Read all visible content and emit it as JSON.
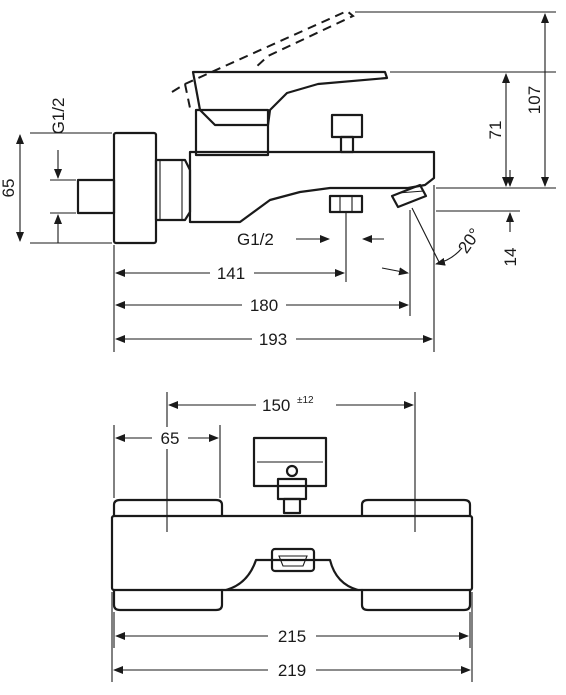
{
  "side_view": {
    "thread_inlet": "G1/2",
    "height_connection": "65",
    "thread_outlet": "G1/2",
    "depth_141": "141",
    "depth_180": "180",
    "depth_193": "193",
    "height_71": "71",
    "height_107": "107",
    "spout_drop": "14",
    "spout_angle": "20°"
  },
  "front_view": {
    "centre_distance": "150",
    "centre_tolerance": "±12",
    "escutcheon_width": "65",
    "body_width": "215",
    "overall_width": "219"
  }
}
